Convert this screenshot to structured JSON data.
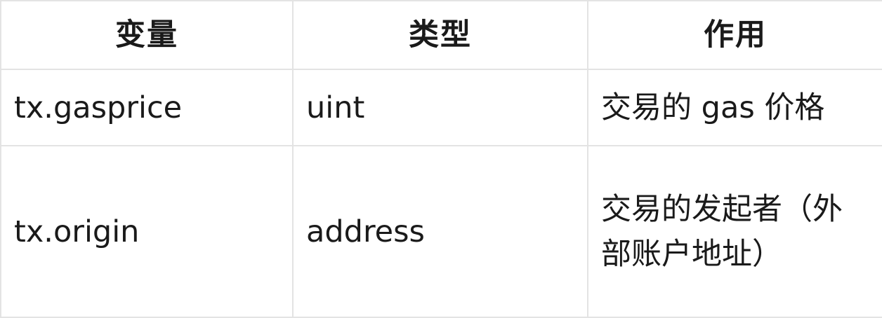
{
  "table": {
    "headers": [
      "变量",
      "类型",
      "作用"
    ],
    "rows": [
      [
        "tx.gasprice",
        "uint",
        "交易的 gas 价格"
      ],
      [
        "tx.origin",
        "address",
        "交易的发起者（外部账户地址）"
      ]
    ]
  },
  "colors": {
    "border": "#e3e3e3",
    "text": "#1a1a1a",
    "background": "#ffffff"
  }
}
